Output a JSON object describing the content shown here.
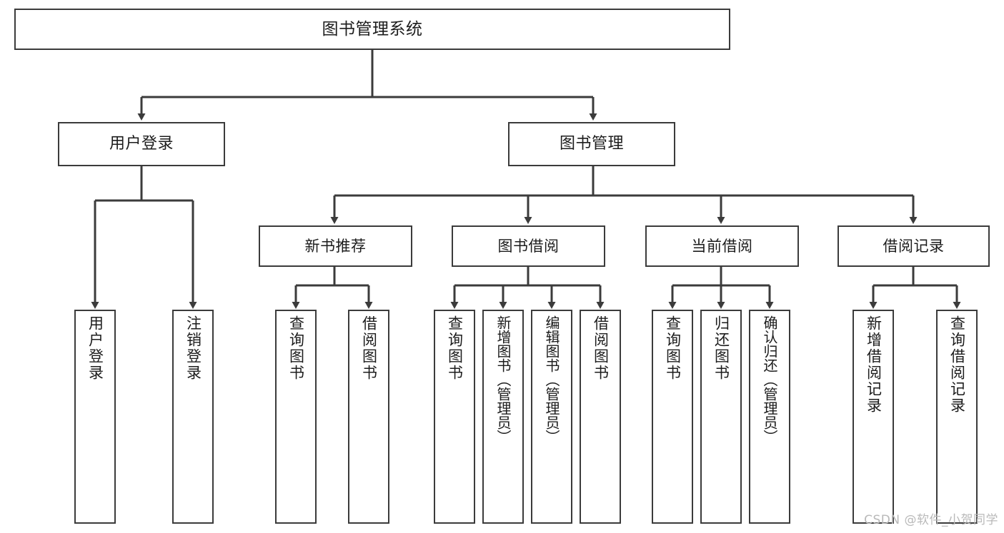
{
  "diagram": {
    "title": "图书管理系统",
    "watermark": "CSDN @软件_小贺同学",
    "line_color": "#3b3b3b",
    "box_border_color": "#3b3b3b",
    "box_fill_color": "#ffffff",
    "watermark_color": "#b9b9b9"
  },
  "nodes": {
    "root": {
      "label": "图书管理系统"
    },
    "level1": [
      {
        "label": "用户登录"
      },
      {
        "label": "图书管理"
      }
    ],
    "level2": [
      {
        "label": "新书推荐"
      },
      {
        "label": "图书借阅"
      },
      {
        "label": "当前借阅"
      },
      {
        "label": "借阅记录"
      }
    ],
    "leaves": {
      "user_login": [
        {
          "label": "用户登录"
        },
        {
          "label": "注销登录"
        }
      ],
      "new_book_recommend": [
        {
          "label": "查询图书"
        },
        {
          "label": "借阅图书"
        }
      ],
      "book_borrow": [
        {
          "label": "查询图书"
        },
        {
          "label": "新增图书（管理员）"
        },
        {
          "label": "编辑图书（管理员）"
        },
        {
          "label": "借阅图书"
        }
      ],
      "current_borrow": [
        {
          "label": "查询图书"
        },
        {
          "label": "归还图书"
        },
        {
          "label": "确认归还（管理员）"
        }
      ],
      "borrow_record": [
        {
          "label": "新增借阅记录"
        },
        {
          "label": "查询借阅记录"
        }
      ]
    }
  }
}
